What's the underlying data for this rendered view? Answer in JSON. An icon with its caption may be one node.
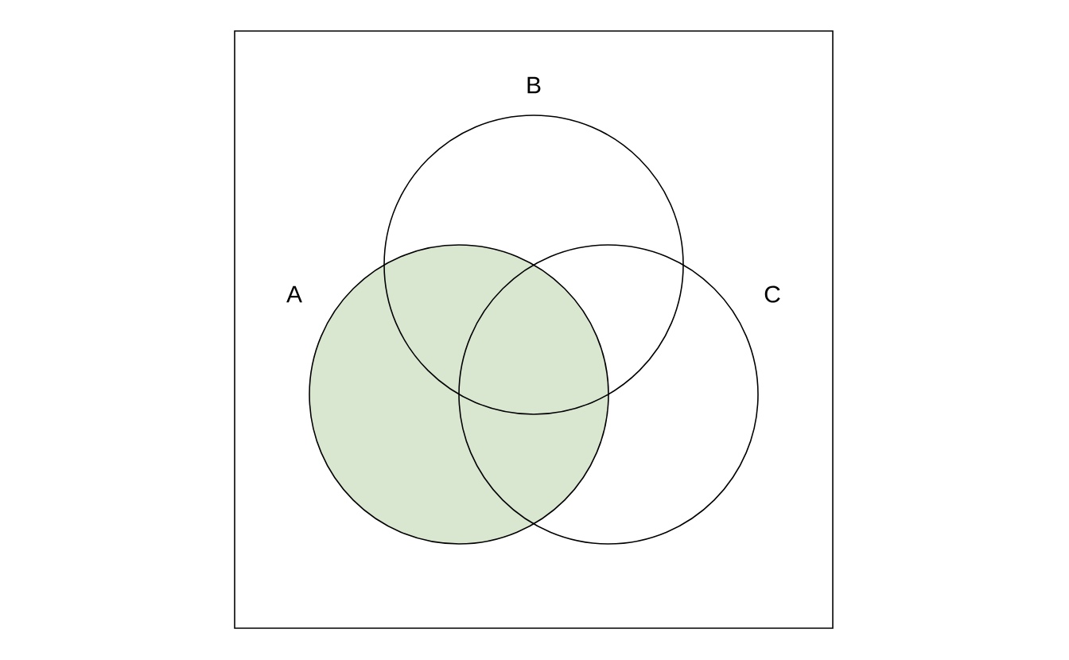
{
  "diagram": {
    "nodes": [
      {
        "text": [],
        "shape": "box"
      },
      {
        "text": [
          "A"
        ],
        "in": 0
      },
      {
        "text": [
          "B"
        ],
        "in": 0
      },
      {
        "text": [
          "C"
        ],
        "in": 0
      }
    ]
  }
}
